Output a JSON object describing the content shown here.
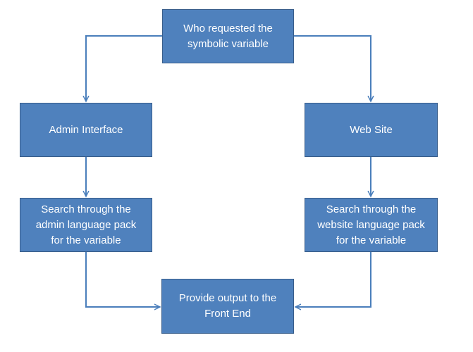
{
  "diagram": {
    "nodes": {
      "top": "Who requested the\nsymbolic variable",
      "admin": "Admin  Interface",
      "web": "Web Site",
      "admin_search": "Search through the\nadmin language pack\nfor the variable",
      "web_search": "Search through the\nwebsite language  pack\nfor the variable",
      "output": "Provide output to the\nFront End"
    },
    "edges": [
      [
        "top",
        "admin"
      ],
      [
        "top",
        "web"
      ],
      [
        "admin",
        "admin_search"
      ],
      [
        "web",
        "web_search"
      ],
      [
        "admin_search",
        "output"
      ],
      [
        "web_search",
        "output"
      ]
    ],
    "colors": {
      "box_fill": "#4f81bd",
      "box_border": "#385d8a",
      "connector": "#4a7ebb",
      "text": "#ffffff"
    }
  }
}
